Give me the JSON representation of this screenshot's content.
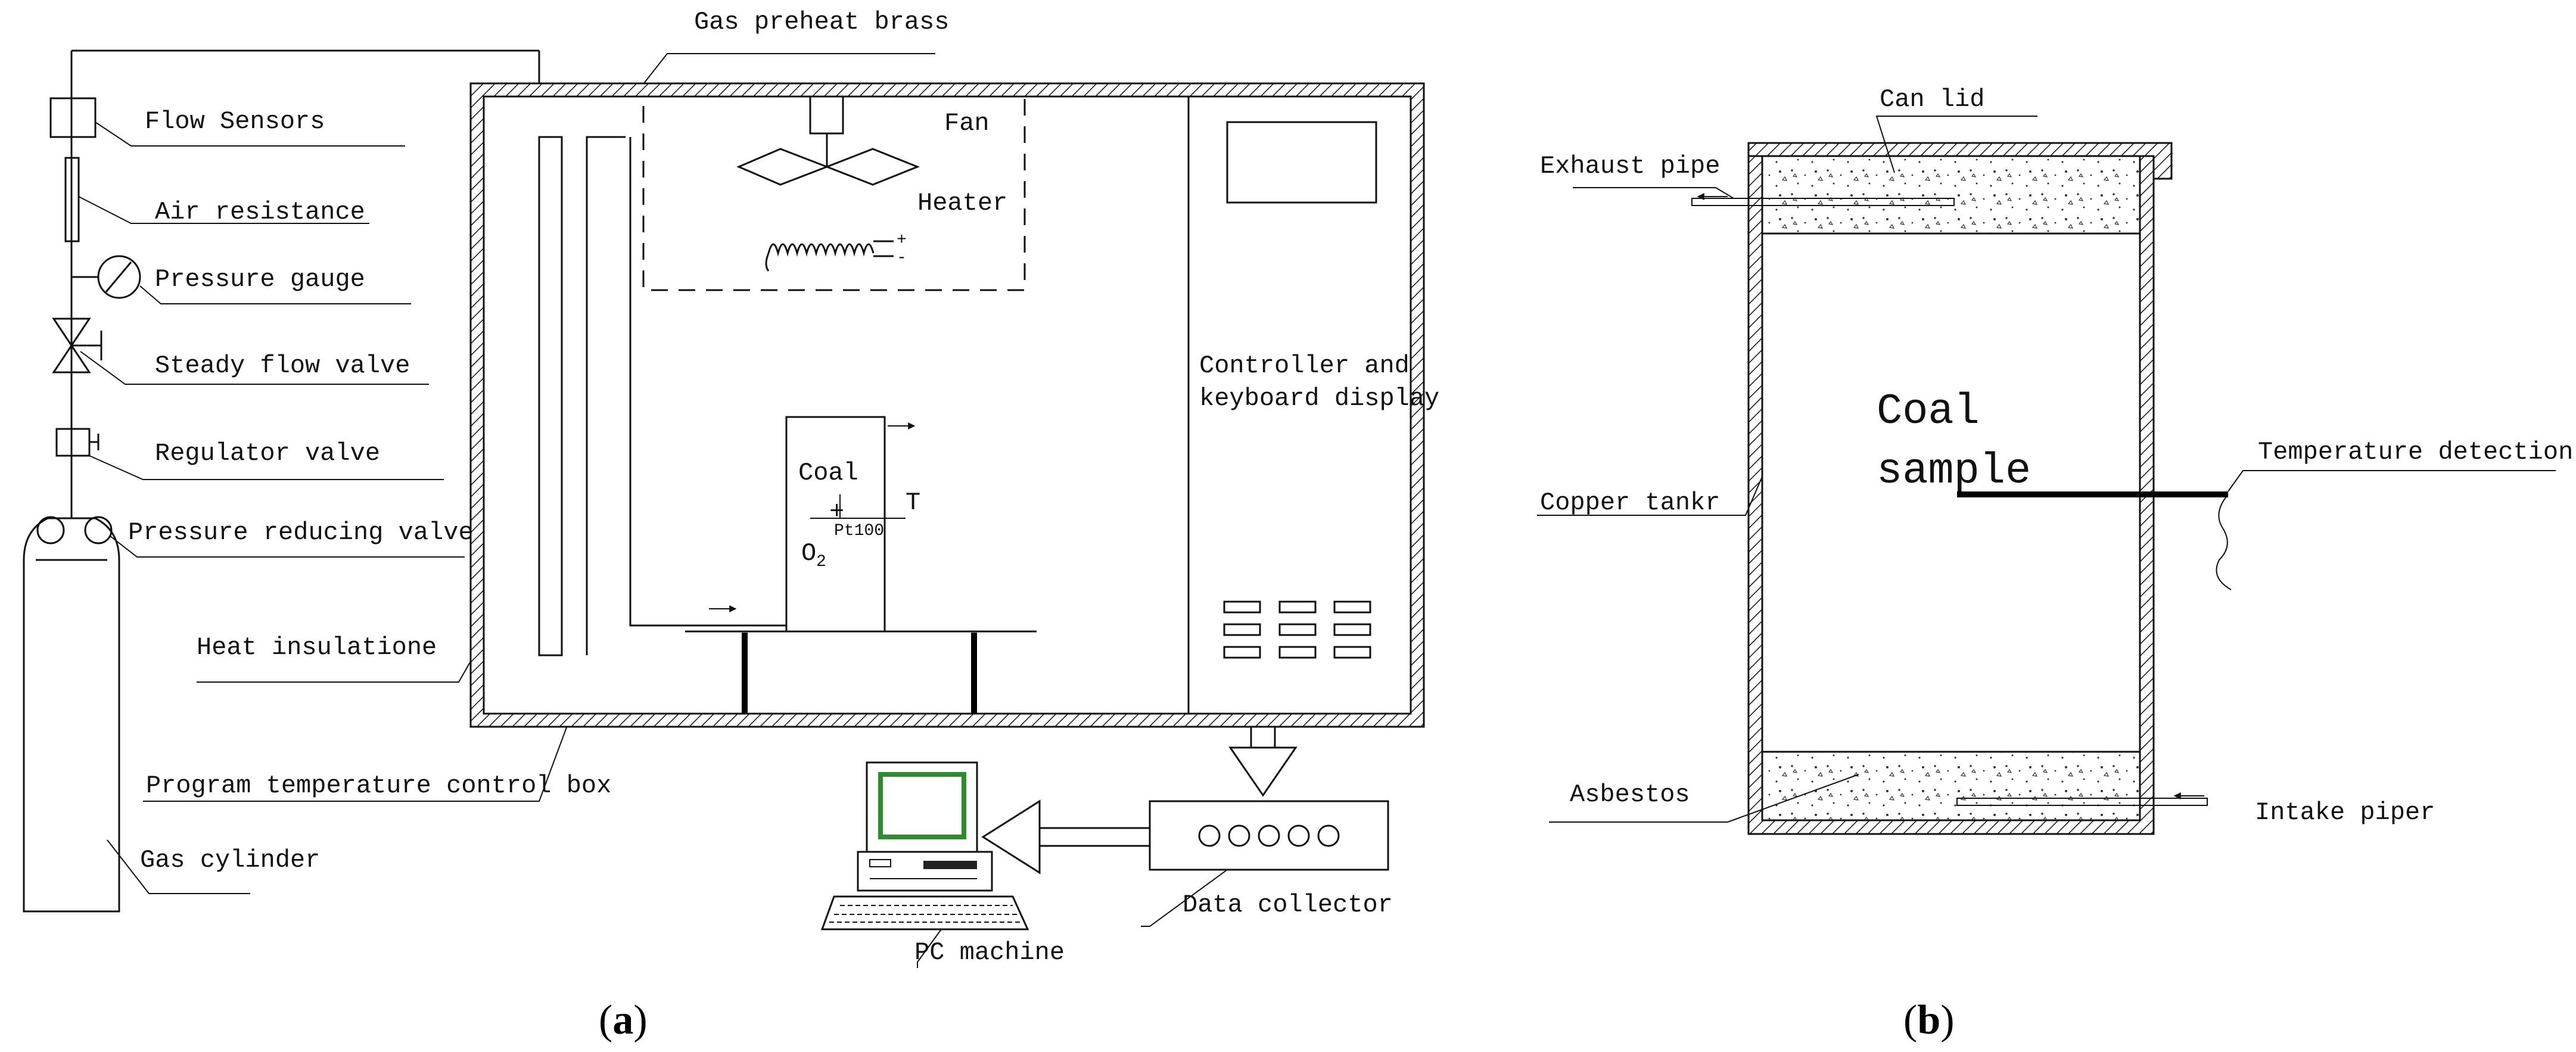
{
  "panel_a": {
    "labels": {
      "gas_preheat": "Gas preheat brass",
      "flow_sensors": "Flow Sensors",
      "fan": "Fan",
      "air_resistance": "Air resistance",
      "heater": "Heater",
      "pressure_gauge": "Pressure gauge",
      "steady_flow_valve": "Steady flow valve",
      "controller_line1": "Controller and",
      "controller_line2": "keyboard display",
      "regulator_valve": "Regulator valve",
      "coal": "Coal",
      "t_label": "T",
      "plus": "+",
      "o2": "O",
      "o2_sub": "2",
      "pt100": "Pt100",
      "pressure_reducing_valve": "Pressure reducing valve",
      "heat_insulation": "Heat insulatione",
      "program_box": "Program temperature control box",
      "gas_cylinder": "Gas cylinder",
      "data_collector": "Data collector",
      "pc_machine": "PC machine",
      "heater_plus": "+",
      "heater_minus": "-"
    },
    "caption_open": "(",
    "caption_letter": "a",
    "caption_close": ")"
  },
  "panel_b": {
    "labels": {
      "can_lid": "Can lid",
      "exhaust_pipe": "Exhaust pipe",
      "coal_line1": "Coal",
      "coal_line2": "sample",
      "temperature_detection": "Temperature detection",
      "copper_tank": "Copper tankr",
      "asbestos": "Asbestos",
      "intake_pipe": "Intake piper"
    },
    "caption_open": "(",
    "caption_letter": "b",
    "caption_close": ")"
  },
  "colors": {
    "line": "#111111",
    "monitor_screen": "#2e8b2e",
    "background": "#ffffff"
  }
}
